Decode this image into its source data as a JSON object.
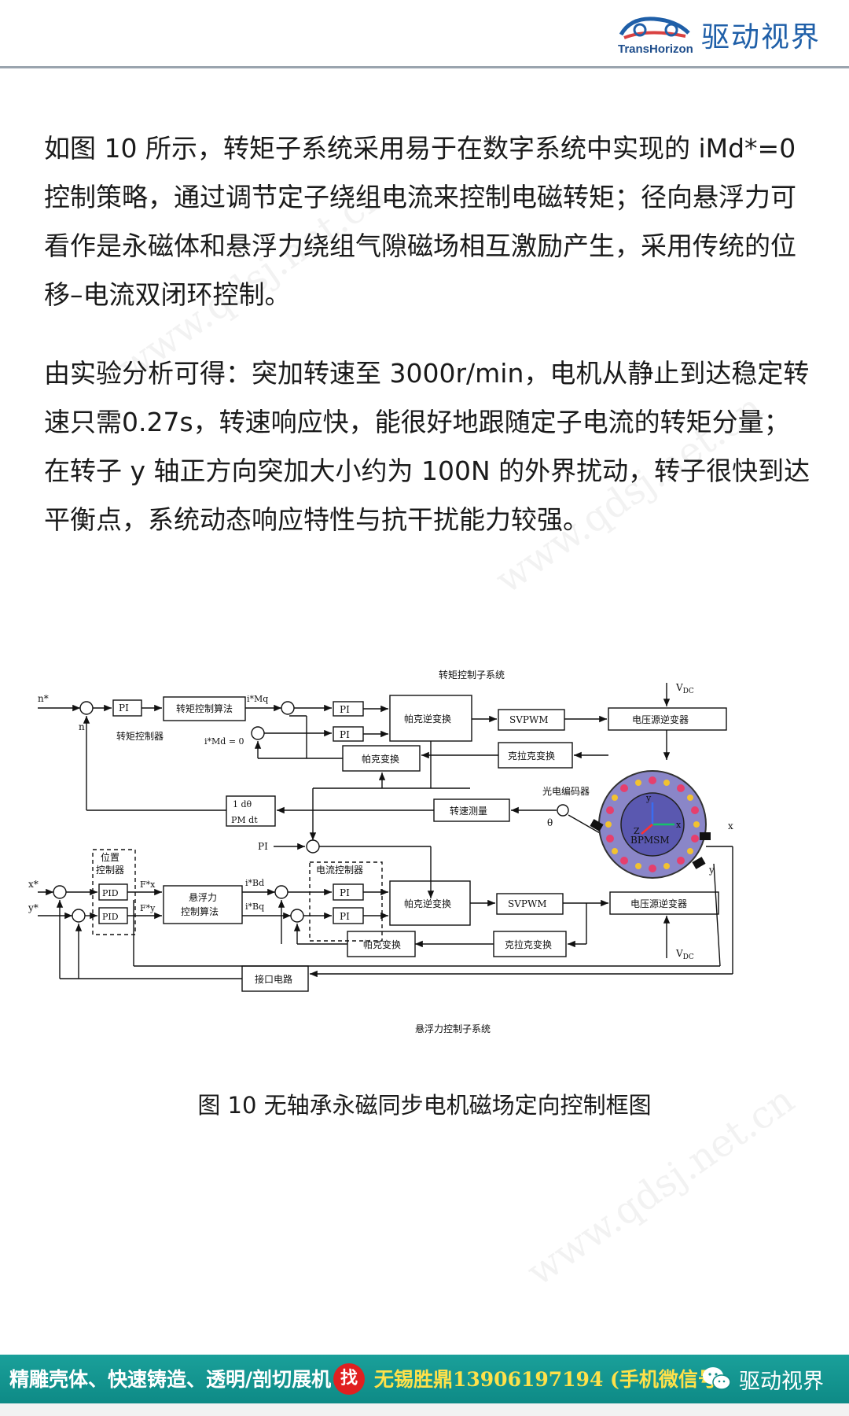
{
  "header": {
    "brand_cn": "驱动视界",
    "brand_en": "TransHorizon"
  },
  "body": {
    "paragraph_1": "如图 10 所示，转矩子系统采用易于在数字系统中实现的 iMd*=0 控制策略，通过调节定子绕组电流来控制电磁转矩；径向悬浮力可看作是永磁体和悬浮力绕组气隙磁场相互激励产生，采用传统的位移–电流双闭环控制。",
    "paragraph_2": "由实验分析可得：突加转速至 3000r/min，电机从静止到达稳定转速只需0.27s，转速响应快，能很好地跟随定子电流的转矩分量；在转子 y 轴正方向突加大小约为 100N 的外界扰动，转子很快到达平衡点，系统动态响应特性与抗干扰能力较强。"
  },
  "diagram": {
    "torque_subsystem": "转矩控制子系统",
    "suspension_subsystem": "悬浮力控制子系统",
    "torque_controller": "转矩控制器",
    "torque_algorithm": "转矩控制算法",
    "pi": "PI",
    "pid": "PID",
    "park_inverse": "帕克逆变换",
    "park": "帕克变换",
    "clarke": "克拉克变换",
    "svpwm": "SVPWM",
    "inverter": "电压源逆变器",
    "speed_measure": "转速测量",
    "encoder": "光电编码器",
    "position_controller_1": "位置",
    "position_controller_2": "控制器",
    "current_controller": "电流控制器",
    "suspension_algorithm_1": "悬浮力",
    "suspension_algorithm_2": "控制算法",
    "interface_circuit": "接口电路",
    "motor": "BPMSM",
    "vdc": "V",
    "vdc_sub": "DC",
    "n_ref": "n*",
    "n": "n",
    "x_ref": "x*",
    "y_ref": "y*",
    "theta": "θ",
    "imd_ref": "i*Md = 0",
    "imq": "i*Mq",
    "ibd": "i*Bd",
    "ibq": "i*Bq",
    "fx": "F*x",
    "fy": "F*y",
    "x_axis": "x",
    "y_axis": "y",
    "z_axis": "Z",
    "frac_num": "1  dθ",
    "frac_den": "PM  dt"
  },
  "caption": "图 10 无轴承永磁同步电机磁场定向控制框图",
  "footer": {
    "left_text": "精雕壳体、快速铸造、透明/剖切展机",
    "find_badge": "找",
    "contact_text": "无锡胜鼎13906197194 (手机微信号)",
    "wechat_name": "驱动视界"
  },
  "watermark": "www.qdsj.net.cn",
  "colors": {
    "footer_teal": "#0e8a86",
    "brand_blue": "#1f5fa8",
    "contact_yellow": "#ffe14a"
  }
}
